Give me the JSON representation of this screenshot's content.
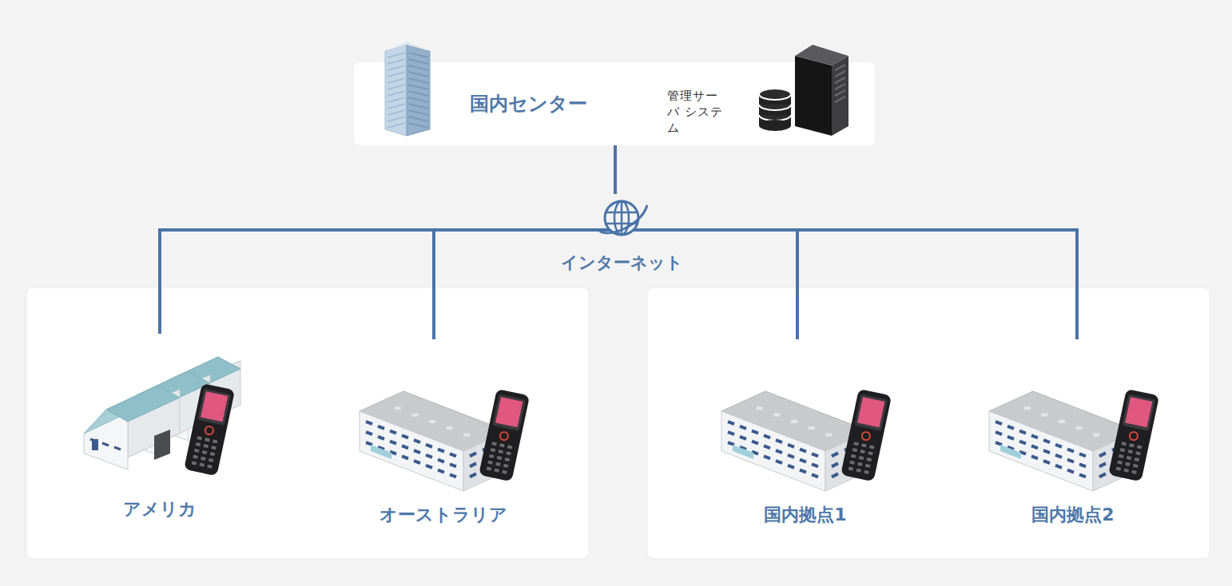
{
  "diagram": {
    "nodes": [
      {
        "text": [
          "国内センター",
          "管理サーバ システム"
        ]
      },
      {
        "text": [
          "インターネット"
        ]
      },
      {
        "text": [
          "アメリカ"
        ]
      },
      {
        "text": [
          "オーストラリア"
        ]
      },
      {
        "text": [
          "国内拠点1"
        ]
      },
      {
        "text": [
          "国内拠点2"
        ]
      }
    ],
    "edges": [
      {
        "from": 0,
        "to": 1,
        "arrow": "none"
      },
      {
        "from": 1,
        "to": 2,
        "arrow": "none"
      },
      {
        "from": 1,
        "to": 3,
        "arrow": "none"
      },
      {
        "from": 1,
        "to": 4,
        "arrow": "none"
      },
      {
        "from": 1,
        "to": 5,
        "arrow": "none"
      }
    ]
  }
}
